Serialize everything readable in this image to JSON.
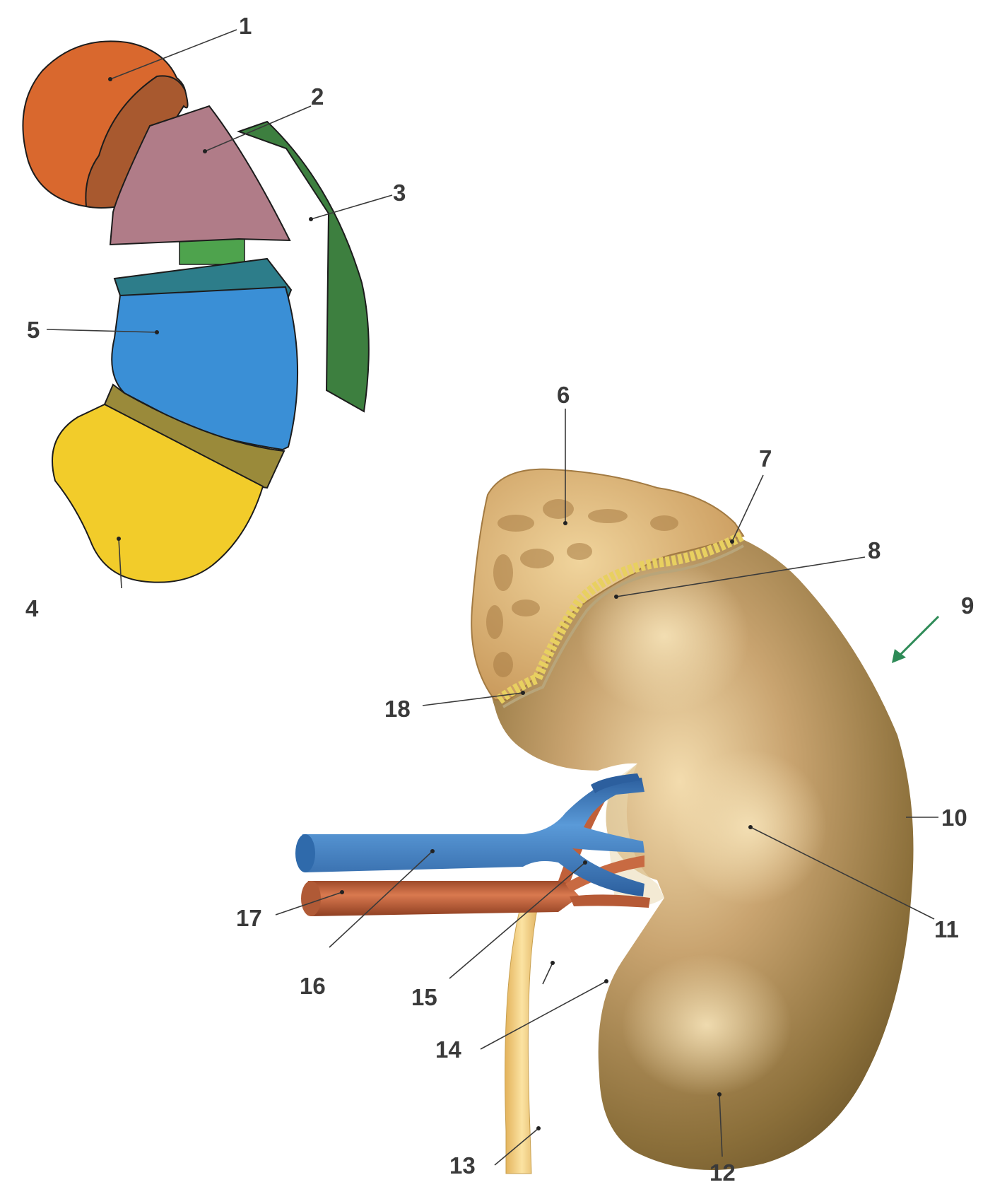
{
  "labels": {
    "l1": "1",
    "l2": "2",
    "l3": "3",
    "l4": "4",
    "l5": "5",
    "l6": "6",
    "l7": "7",
    "l8": "8",
    "l9": "9",
    "l10": "10",
    "l11": "11",
    "l12": "12",
    "l13": "13",
    "l14": "14",
    "l15": "15",
    "l16": "16",
    "l17": "17",
    "l18": "18"
  },
  "colors": {
    "segment_1": "#d9682e",
    "segment_1_side": "#a8592f",
    "segment_2": "#b07c88",
    "segment_3": "#3d7f3f",
    "segment_3_top": "#4ea34d",
    "segment_4": "#f2cc2a",
    "segment_4_side": "#9a8a3a",
    "segment_5": "#3a8fd6",
    "segment_5_top": "#2d7d8a",
    "kidney": "#8b6f3a",
    "adrenal_gland": "#d9b27a",
    "adipose": "#e8d060",
    "renal_vein": "#3d7bbf",
    "renal_artery": "#c0603a",
    "ureter": "#f3cf7a",
    "pointer_arrow": "#2e8b57"
  }
}
